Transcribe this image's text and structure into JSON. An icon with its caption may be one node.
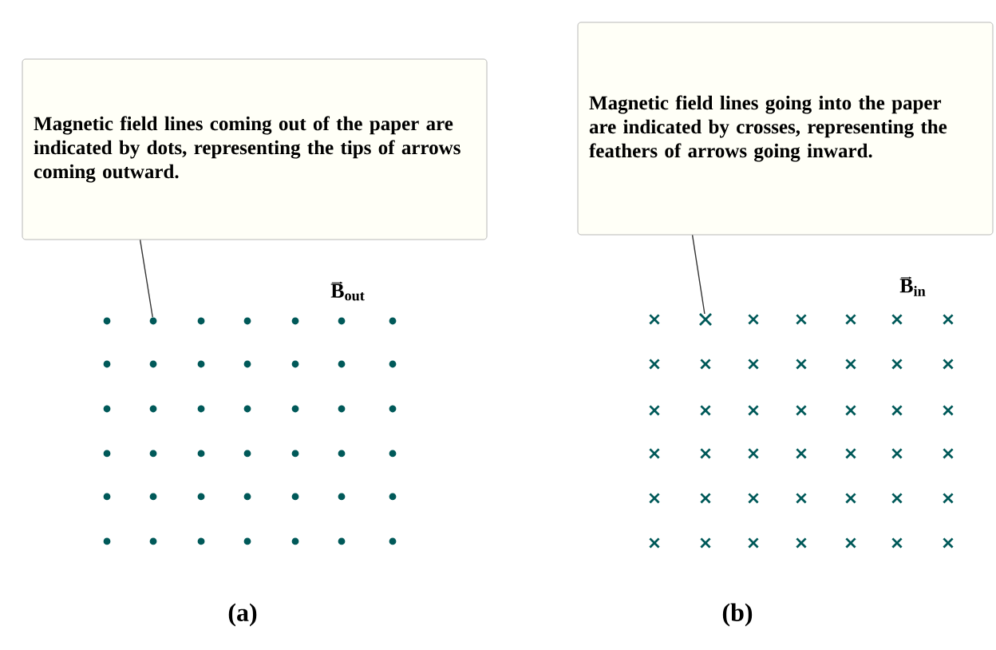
{
  "diagram": {
    "nodes": [
      {
        "text": [
          "Magnetic field lines coming out of the paper are indicated by dots, representing the tips of arrows coming outward."
        ]
      },
      {
        "text": [],
        "shape": "circle"
      },
      {
        "text": [
          "Magnetic field lines going into the paper are indicated by crosses, representing the feathers of arrows going inward."
        ]
      },
      {
        "text": [],
        "shape": "cross"
      }
    ],
    "edges": [
      {
        "from": 0,
        "to": 1,
        "arrow": "none"
      },
      {
        "from": 2,
        "to": 3,
        "arrow": "none"
      }
    ],
    "labels": [
      "B$_{out}$",
      "B$_{in}$",
      "(a)",
      "(b)"
    ]
  }
}
